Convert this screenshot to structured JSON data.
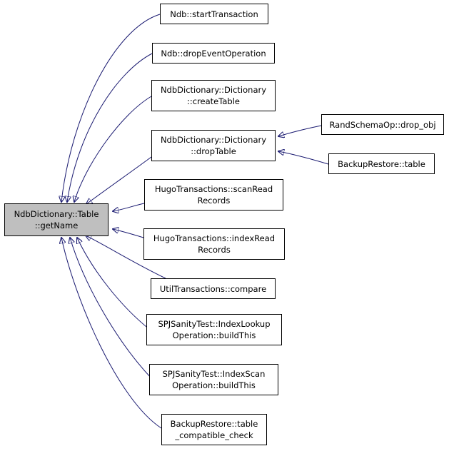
{
  "diagram": {
    "type": "caller-graph",
    "root": {
      "id": "root",
      "lines": [
        "NdbDictionary::Table",
        "::getName"
      ],
      "color": "#bfbfbf"
    },
    "nodes": [
      {
        "id": "n1",
        "lines": [
          "Ndb::startTransaction"
        ]
      },
      {
        "id": "n2",
        "lines": [
          "Ndb::dropEventOperation"
        ]
      },
      {
        "id": "n3",
        "lines": [
          "NdbDictionary::Dictionary",
          "::createTable"
        ]
      },
      {
        "id": "n4",
        "lines": [
          "NdbDictionary::Dictionary",
          "::dropTable"
        ]
      },
      {
        "id": "n5",
        "lines": [
          "HugoTransactions::scanRead",
          "Records"
        ]
      },
      {
        "id": "n6",
        "lines": [
          "HugoTransactions::indexRead",
          "Records"
        ]
      },
      {
        "id": "n7",
        "lines": [
          "UtilTransactions::compare"
        ]
      },
      {
        "id": "n8",
        "lines": [
          "SPJSanityTest::IndexLookup",
          "Operation::buildThis"
        ]
      },
      {
        "id": "n9",
        "lines": [
          "SPJSanityTest::IndexScan",
          "Operation::buildThis"
        ]
      },
      {
        "id": "n10",
        "lines": [
          "BackupRestore::table",
          "_compatible_check"
        ]
      },
      {
        "id": "n11",
        "lines": [
          "RandSchemaOp::drop_obj"
        ]
      },
      {
        "id": "n12",
        "lines": [
          "BackupRestore::table"
        ]
      }
    ],
    "edges": [
      {
        "from": "n1",
        "to": "root"
      },
      {
        "from": "n2",
        "to": "root"
      },
      {
        "from": "n3",
        "to": "root"
      },
      {
        "from": "n4",
        "to": "root"
      },
      {
        "from": "n5",
        "to": "root"
      },
      {
        "from": "n6",
        "to": "root"
      },
      {
        "from": "n7",
        "to": "root"
      },
      {
        "from": "n8",
        "to": "root"
      },
      {
        "from": "n9",
        "to": "root"
      },
      {
        "from": "n10",
        "to": "root"
      },
      {
        "from": "n11",
        "to": "n4"
      },
      {
        "from": "n12",
        "to": "n4"
      }
    ],
    "edge_color": "#191970"
  }
}
